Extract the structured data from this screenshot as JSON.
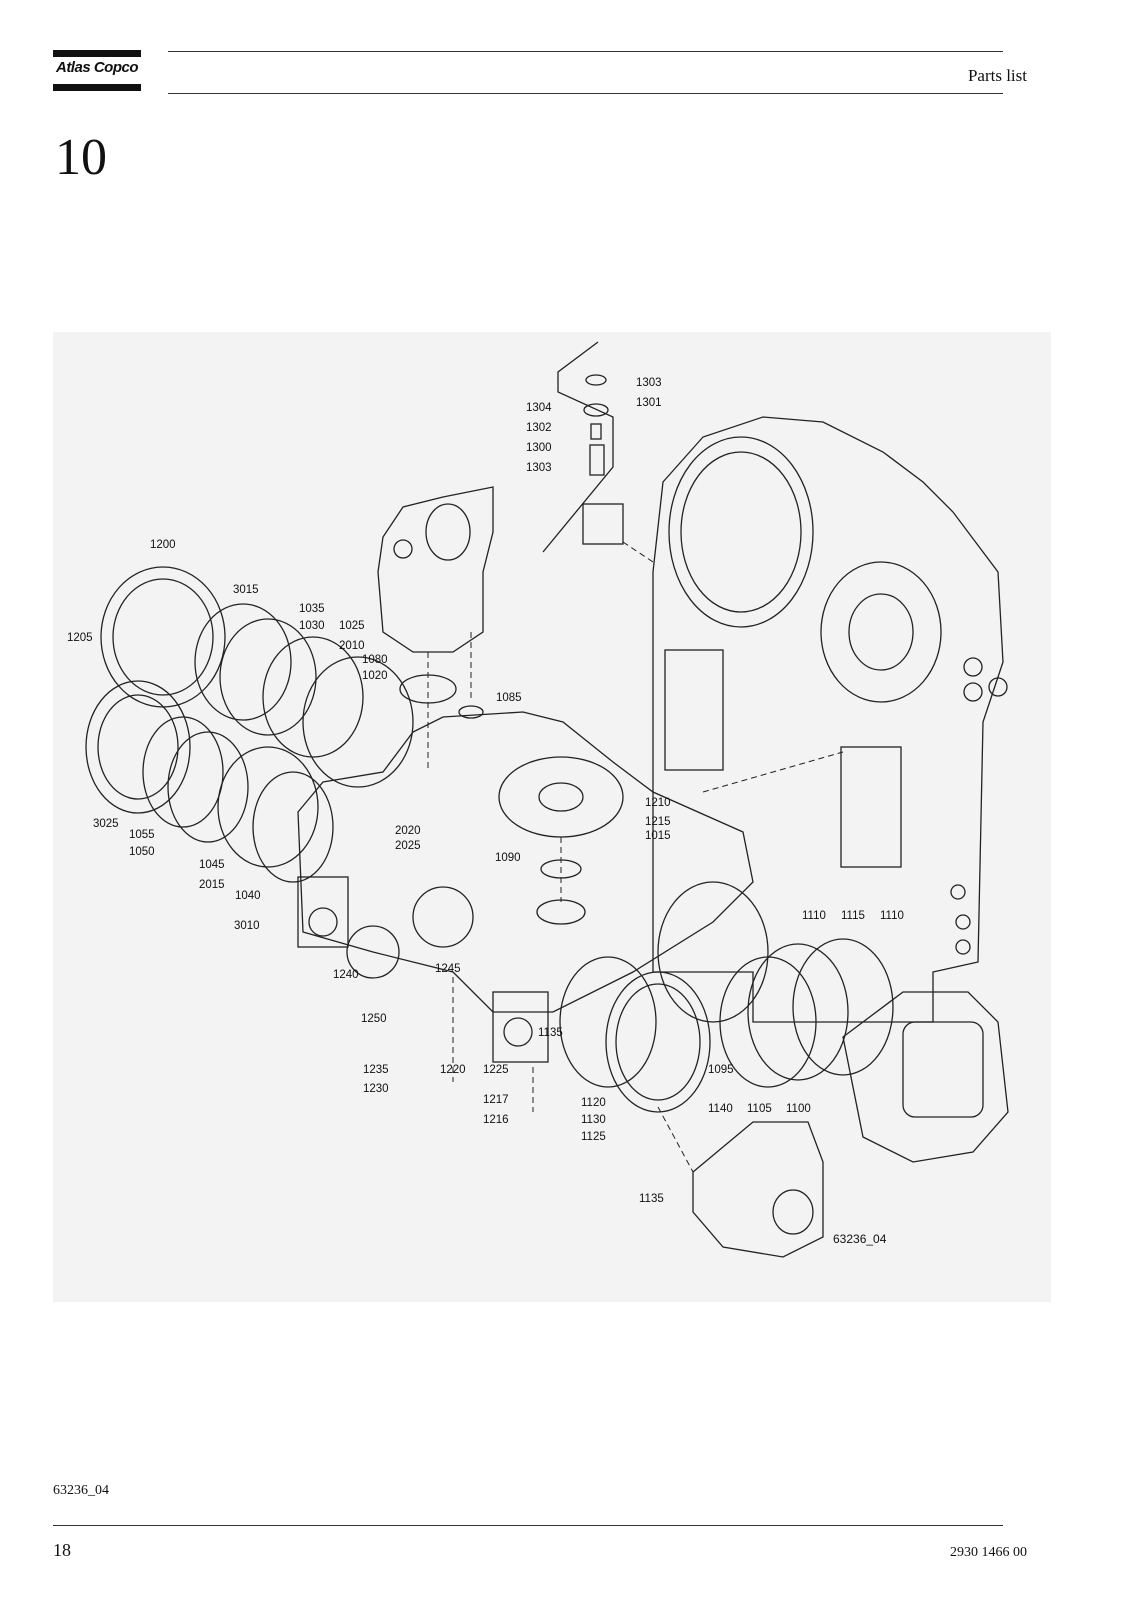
{
  "header": {
    "brand": "Atlas Copco",
    "title": "Parts list"
  },
  "section_number": "10",
  "figure": {
    "drawing_id": "63236_04",
    "callouts": [
      "1303",
      "1301",
      "1304",
      "1302",
      "1300",
      "1303",
      "1200",
      "3015",
      "1205",
      "1035",
      "1030",
      "1025",
      "2010",
      "1080",
      "1020",
      "1085",
      "3025",
      "1055",
      "1050",
      "1045",
      "2015",
      "1040",
      "2020",
      "2025",
      "1210",
      "1215",
      "1015",
      "1090",
      "3010",
      "1240",
      "1245",
      "1250",
      "1110",
      "1115",
      "1110",
      "1135",
      "1235",
      "1230",
      "1220",
      "1225",
      "1095",
      "1217",
      "1216",
      "1120",
      "1130",
      "1125",
      "1140",
      "1105",
      "1100",
      "1135"
    ]
  },
  "caption": "63236_04",
  "footer": {
    "page_number": "18",
    "doc_number": "2930 1466 00"
  }
}
